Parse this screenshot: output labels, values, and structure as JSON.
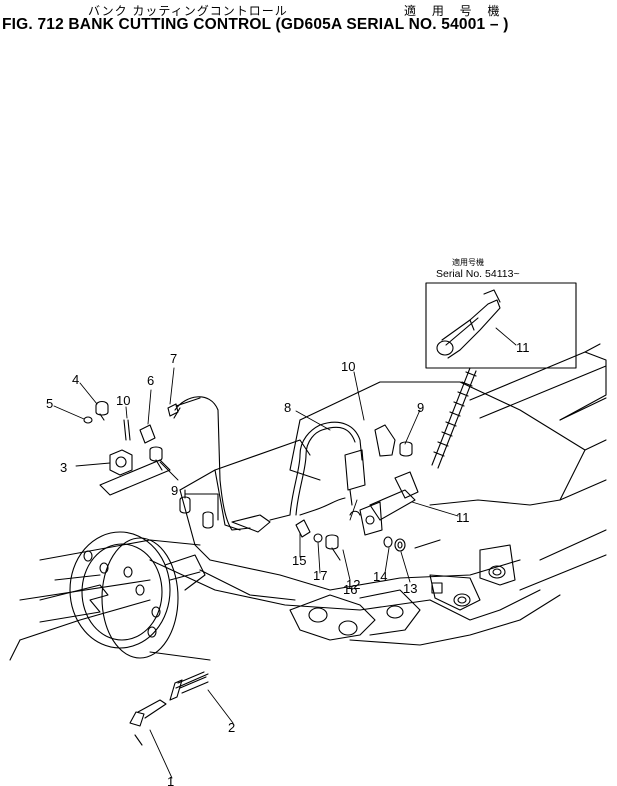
{
  "header": {
    "japanese_title": "バンク カッティングコントロール",
    "japanese_applicability": "適 用 号 機",
    "title": "FIG. 712  BANK CUTTING CONTROL (GD605A SERIAL NO. 54001 – )"
  },
  "inset": {
    "label_jp": "適用号機",
    "label_serial": "Serial No. 54113~"
  },
  "callouts": [
    "1",
    "2",
    "3",
    "4",
    "5",
    "6",
    "7",
    "8",
    "9",
    "9",
    "10",
    "10",
    "11",
    "11",
    "12",
    "13",
    "14",
    "15",
    "16",
    "17"
  ]
}
